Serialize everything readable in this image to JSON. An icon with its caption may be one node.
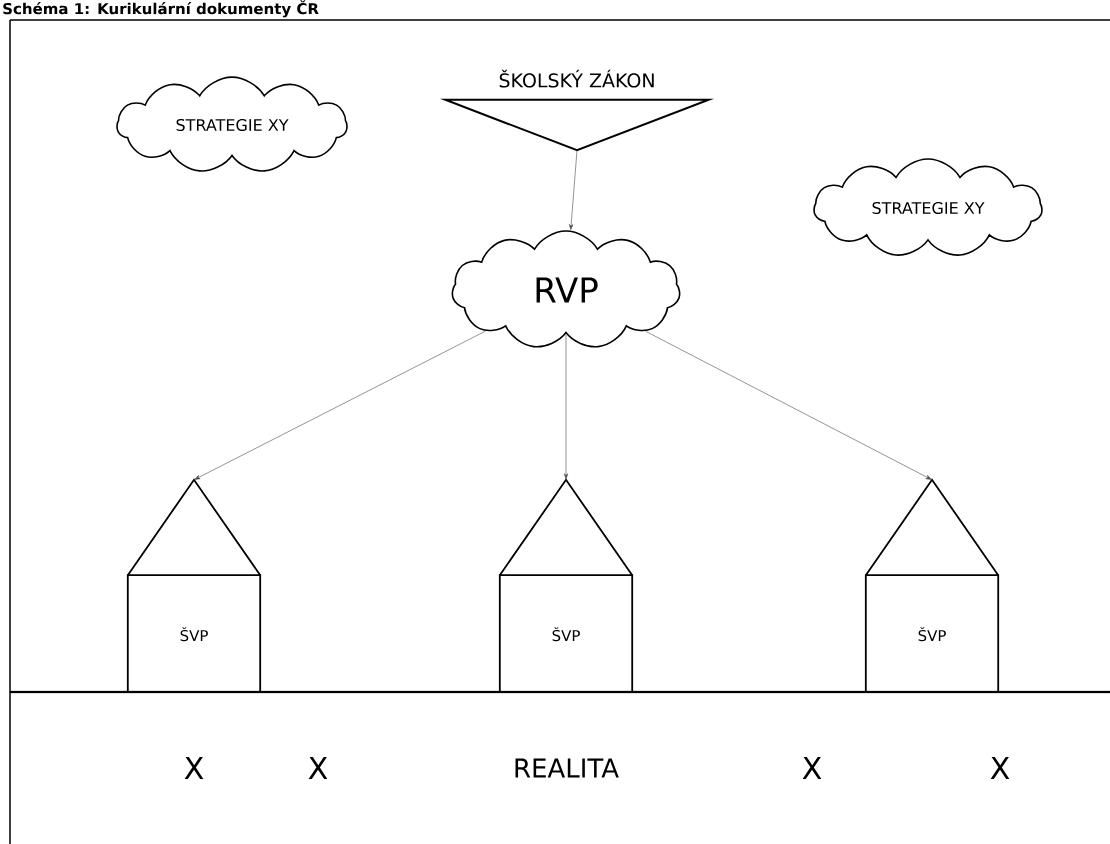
{
  "diagram": {
    "title": "Schéma 1: Kurikulární dokumenty ČR",
    "nodes": [
      {
        "text": [
          "STRATEGIE XY"
        ]
      },
      {
        "text": [
          "ŠKOLSKÝ ZÁKON"
        ]
      },
      {
        "text": [
          "STRATEGIE XY"
        ]
      },
      {
        "text": [
          "RVP"
        ]
      },
      {
        "text": [
          "ŠVP"
        ]
      },
      {
        "text": [
          "ŠVP"
        ]
      },
      {
        "text": [
          "ŠVP"
        ]
      }
    ],
    "edges": [
      {
        "from": 1,
        "to": 3,
        "arrow": "to"
      },
      {
        "from": 3,
        "to": 4,
        "arrow": "to"
      },
      {
        "from": 3,
        "to": 5,
        "arrow": "to"
      },
      {
        "from": 3,
        "to": 6,
        "arrow": "to"
      }
    ],
    "labels": [
      "X",
      "X",
      "REALITA",
      "X",
      "X"
    ]
  }
}
